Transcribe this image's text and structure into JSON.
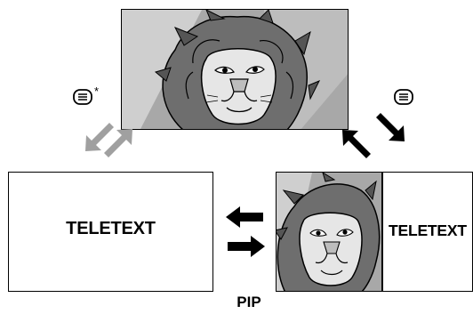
{
  "screens": {
    "fullscreen_tv": {},
    "fullscreen_teletext": {
      "label": "TELETEXT"
    },
    "pip_mode": {
      "teletext_label": "TELETEXT",
      "caption": "PIP"
    }
  },
  "buttons": {
    "left_teletext_button": {
      "icon": "teletext-icon",
      "marker": "*"
    },
    "right_teletext_button": {
      "icon": "teletext-icon"
    }
  },
  "colors": {
    "tv_background": "#a8a8a8",
    "arrow_gray": "#a0a0a0",
    "arrow_black": "#000000"
  }
}
